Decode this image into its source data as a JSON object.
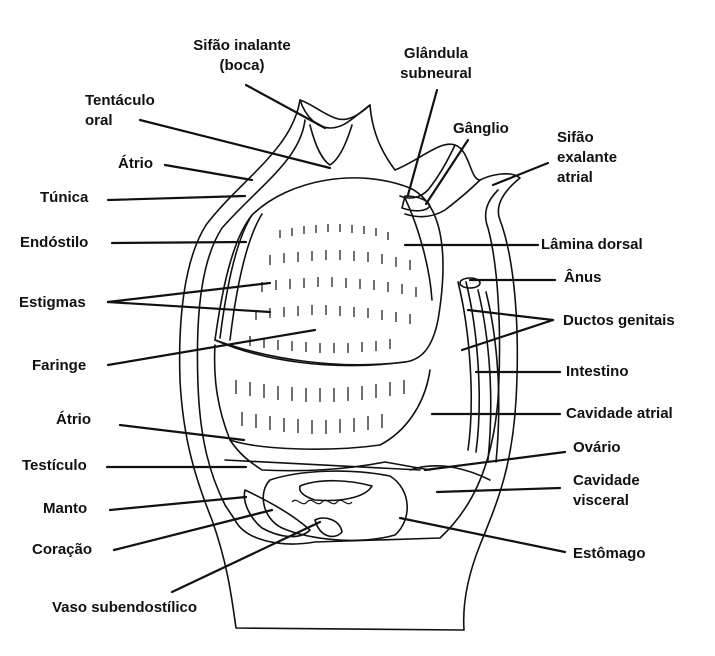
{
  "labels": {
    "sifao_inalante": "Sifão inalante\n(boca)",
    "glandula": "Glândula\nsubneural",
    "ganglio": "Gânglio",
    "sifao_exalante": "Sifão\nexalante\natrial",
    "tentaculo": "Tentáculo\noral",
    "atrio_top": "Átrio",
    "tunica": "Túnica",
    "endostilo": "Endóstilo",
    "estigmas": "Estigmas",
    "faringe": "Faringe",
    "atrio_bottom": "Átrio",
    "testiculo": "Testículo",
    "manto": "Manto",
    "coracao": "Coração",
    "vaso": "Vaso subendostílico",
    "lamina": "Lâmina dorsal",
    "anus": "Ânus",
    "ductos": "Ductos genitais",
    "intestino": "Intestino",
    "cavidade_atrial": "Cavidade atrial",
    "ovario": "Ovário",
    "cavidade_visceral": "Cavidade\nvisceral",
    "estomago": "Estômago"
  },
  "colors": {
    "ink": "#111111",
    "background": "#ffffff"
  }
}
